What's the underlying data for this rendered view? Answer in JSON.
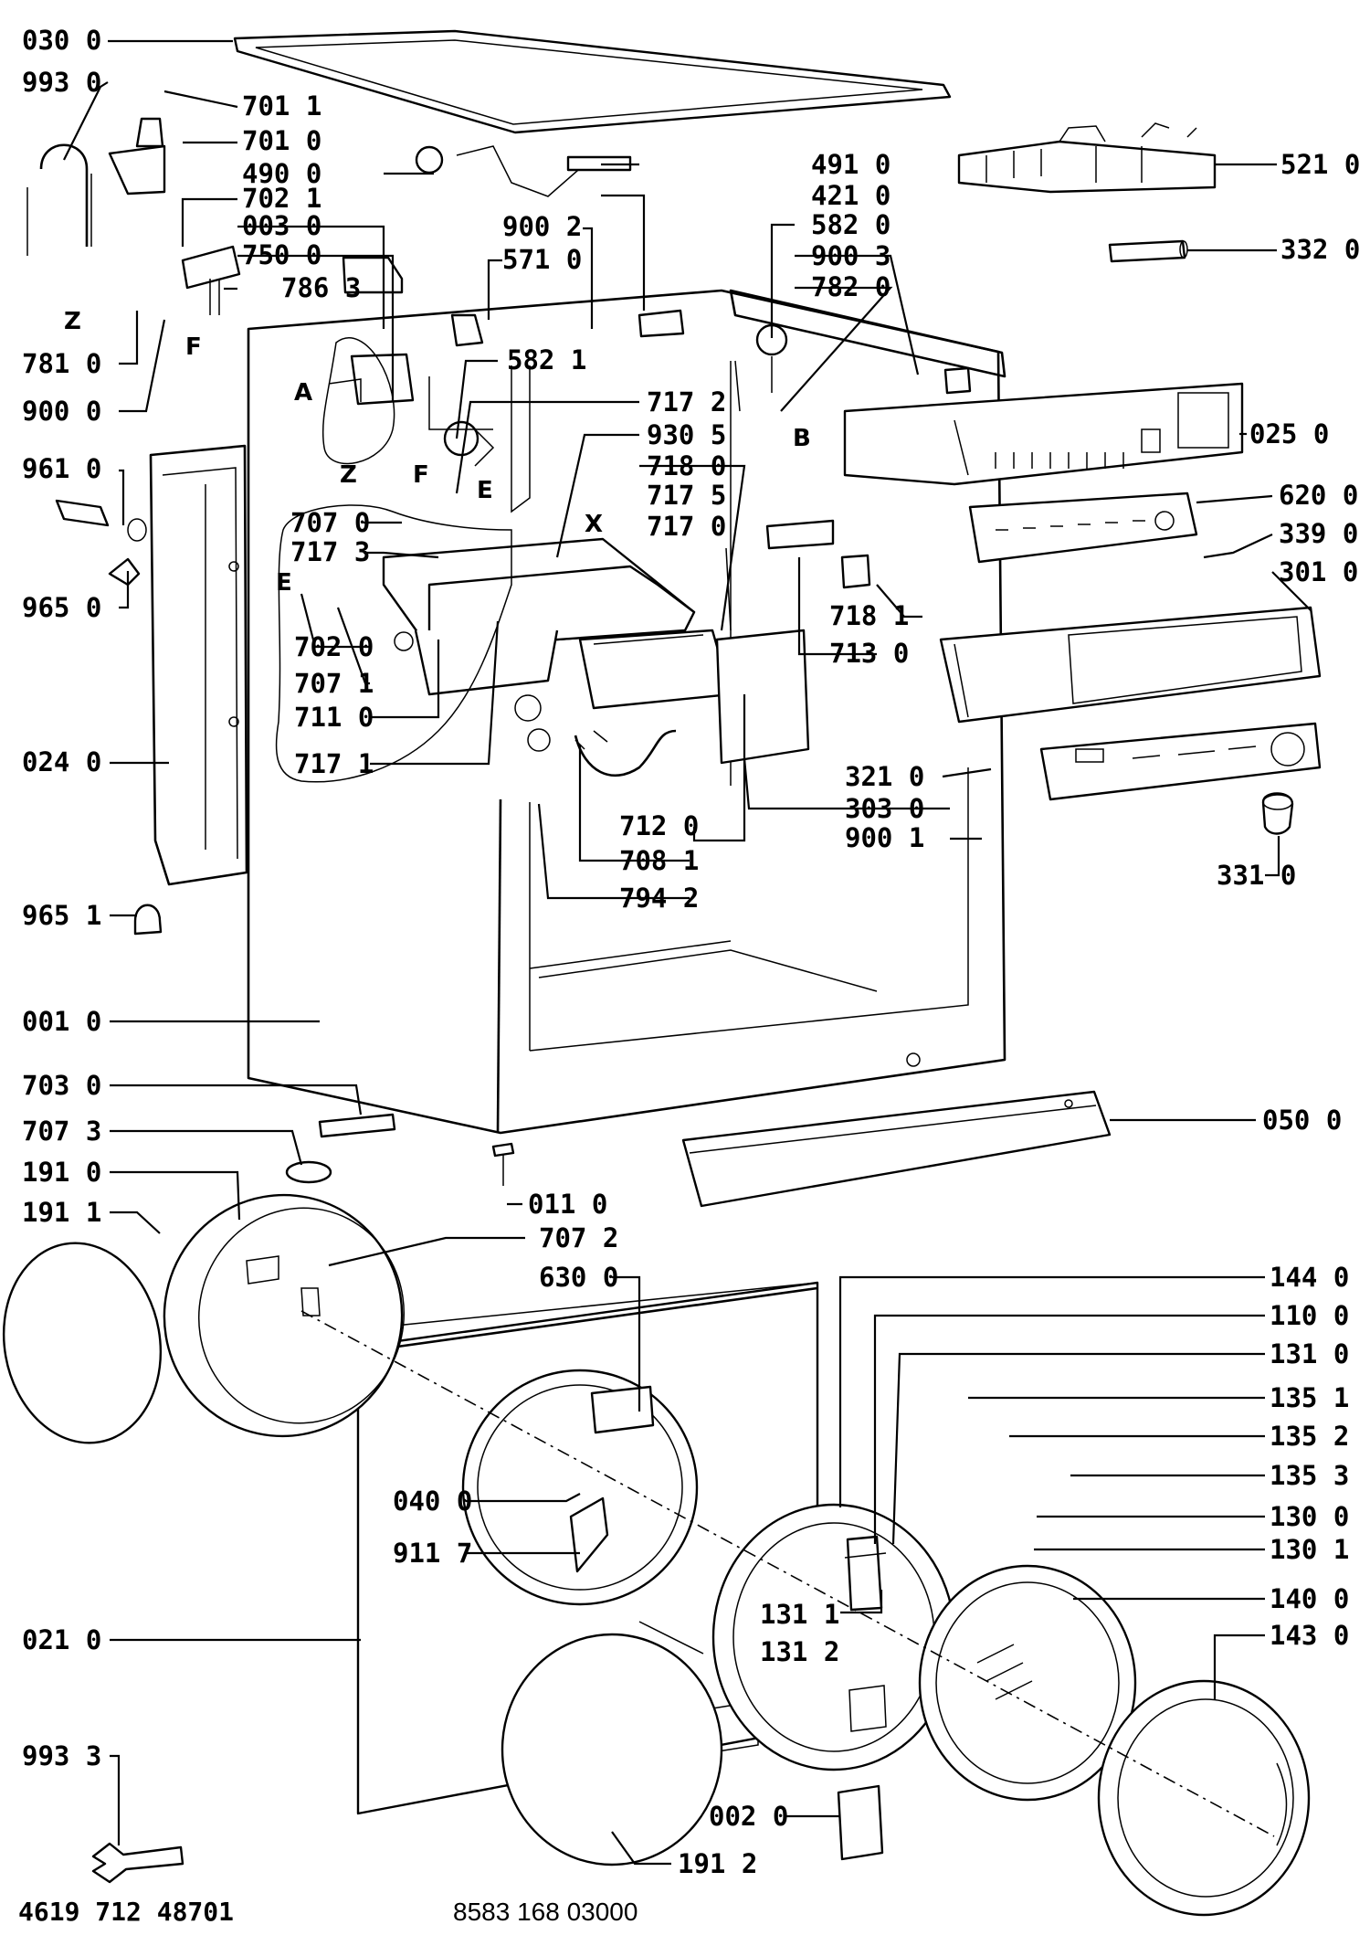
{
  "callouts": [
    {
      "id": "c0300",
      "text": "030 0"
    },
    {
      "id": "c9930",
      "text": "993 0"
    },
    {
      "id": "c7011",
      "text": "701 1"
    },
    {
      "id": "c7010",
      "text": "701 0"
    },
    {
      "id": "c4900",
      "text": "490 0"
    },
    {
      "id": "c7021",
      "text": "702 1"
    },
    {
      "id": "c0030",
      "text": "003 0"
    },
    {
      "id": "c7500",
      "text": "750 0"
    },
    {
      "id": "c7863",
      "text": "786 3"
    },
    {
      "id": "c9002",
      "text": "900 2"
    },
    {
      "id": "c5710",
      "text": "571 0"
    },
    {
      "id": "c4910",
      "text": "491 0"
    },
    {
      "id": "c4210",
      "text": "421 0"
    },
    {
      "id": "c5820",
      "text": "582 0"
    },
    {
      "id": "c9003",
      "text": "900 3"
    },
    {
      "id": "c7820",
      "text": "782 0"
    },
    {
      "id": "c5210",
      "text": "521 0"
    },
    {
      "id": "c3320",
      "text": "332 0"
    },
    {
      "id": "c7810",
      "text": "781 0"
    },
    {
      "id": "c9000",
      "text": "900 0"
    },
    {
      "id": "c5821",
      "text": "582 1"
    },
    {
      "id": "c7172",
      "text": "717 2"
    },
    {
      "id": "c9305",
      "text": "930 5"
    },
    {
      "id": "c7180",
      "text": "718 0"
    },
    {
      "id": "c7175",
      "text": "717 5"
    },
    {
      "id": "c7170",
      "text": "717 0"
    },
    {
      "id": "c0250",
      "text": "025 0"
    },
    {
      "id": "c9610",
      "text": "961 0"
    },
    {
      "id": "c7070",
      "text": "707 0"
    },
    {
      "id": "c7173",
      "text": "717 3"
    },
    {
      "id": "c6200",
      "text": "620 0"
    },
    {
      "id": "c3390",
      "text": "339 0"
    },
    {
      "id": "c3010",
      "text": "301 0"
    },
    {
      "id": "c9650",
      "text": "965 0"
    },
    {
      "id": "c7020",
      "text": "702 0"
    },
    {
      "id": "c7071",
      "text": "707 1"
    },
    {
      "id": "c7110",
      "text": "711 0"
    },
    {
      "id": "c7171",
      "text": "717 1"
    },
    {
      "id": "c7181",
      "text": "718 1"
    },
    {
      "id": "c7130",
      "text": "713 0"
    },
    {
      "id": "c0240",
      "text": "024 0"
    },
    {
      "id": "c3210",
      "text": "321 0"
    },
    {
      "id": "c3030",
      "text": "303 0"
    },
    {
      "id": "c9001",
      "text": "900 1"
    },
    {
      "id": "c7120",
      "text": "712 0"
    },
    {
      "id": "c7081",
      "text": "708 1"
    },
    {
      "id": "c7942",
      "text": "794 2"
    },
    {
      "id": "c3310",
      "text": "331 0"
    },
    {
      "id": "c9651",
      "text": "965 1"
    },
    {
      "id": "c0010",
      "text": "001 0"
    },
    {
      "id": "c7030",
      "text": "703 0"
    },
    {
      "id": "c7073",
      "text": "707 3"
    },
    {
      "id": "c0500",
      "text": "050 0"
    },
    {
      "id": "c1910",
      "text": "191 0"
    },
    {
      "id": "c1911",
      "text": "191 1"
    },
    {
      "id": "c0110",
      "text": "011 0"
    },
    {
      "id": "c7072",
      "text": "707 2"
    },
    {
      "id": "c6300",
      "text": "630 0"
    },
    {
      "id": "c1440",
      "text": "144 0"
    },
    {
      "id": "c1100",
      "text": "110 0"
    },
    {
      "id": "c1310",
      "text": "131 0"
    },
    {
      "id": "c1351",
      "text": "135 1"
    },
    {
      "id": "c1352",
      "text": "135 2"
    },
    {
      "id": "c1353",
      "text": "135 3"
    },
    {
      "id": "c1300",
      "text": "130 0"
    },
    {
      "id": "c1301",
      "text": "130 1"
    },
    {
      "id": "c0400",
      "text": "040 0"
    },
    {
      "id": "c9117",
      "text": "911 7"
    },
    {
      "id": "c1400",
      "text": "140 0"
    },
    {
      "id": "c1311",
      "text": "131 1"
    },
    {
      "id": "c1312",
      "text": "131 2"
    },
    {
      "id": "c0210",
      "text": "021 0"
    },
    {
      "id": "c1430",
      "text": "143 0"
    },
    {
      "id": "c9933",
      "text": "993 3"
    },
    {
      "id": "c0020",
      "text": "002 0"
    },
    {
      "id": "c1912",
      "text": "191 2"
    }
  ],
  "markers": [
    {
      "id": "mA",
      "text": "A"
    },
    {
      "id": "mZ1",
      "text": "Z"
    },
    {
      "id": "mF1",
      "text": "F"
    },
    {
      "id": "mZ2",
      "text": "Z"
    },
    {
      "id": "mF2",
      "text": "F"
    },
    {
      "id": "mE1",
      "text": "E"
    },
    {
      "id": "mE2",
      "text": "E"
    },
    {
      "id": "mB",
      "text": "B"
    },
    {
      "id": "mX",
      "text": "X"
    }
  ],
  "footer": {
    "left_code": "4619 712 48701",
    "right_code": "8583 168 03000"
  }
}
